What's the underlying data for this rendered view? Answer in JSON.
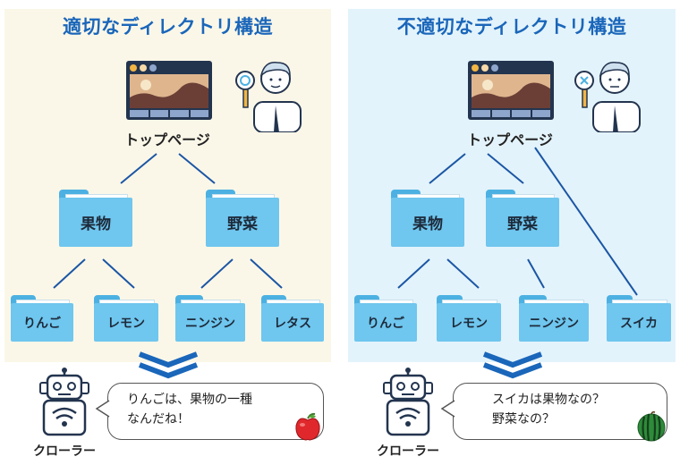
{
  "left": {
    "title": "適切なディレクトリ構造",
    "top_page": "トップページ",
    "categories": [
      "果物",
      "野菜"
    ],
    "items": [
      "りんご",
      "レモン",
      "ニンジン",
      "レタス"
    ],
    "crawler_label": "クローラー",
    "speech": "りんごは、果物の一種\nなんだね！",
    "speech_icon": "apple-icon",
    "person_icon": "magnifier-check-icon"
  },
  "right": {
    "title": "不適切なディレクトリ構造",
    "top_page": "トップページ",
    "categories": [
      "果物",
      "野菜"
    ],
    "items": [
      "りんご",
      "レモン",
      "ニンジン",
      "スイカ"
    ],
    "crawler_label": "クローラー",
    "speech": "スイカは果物なの？\n野菜なの？",
    "speech_icon": "watermelon-icon",
    "person_icon": "magnifier-cross-icon"
  },
  "colors": {
    "title": "#1a66ba",
    "folder": "#6fc6ee",
    "line": "#1b56a5",
    "left_bg": "#fbf7e8",
    "right_bg": "#e3f3fb"
  }
}
